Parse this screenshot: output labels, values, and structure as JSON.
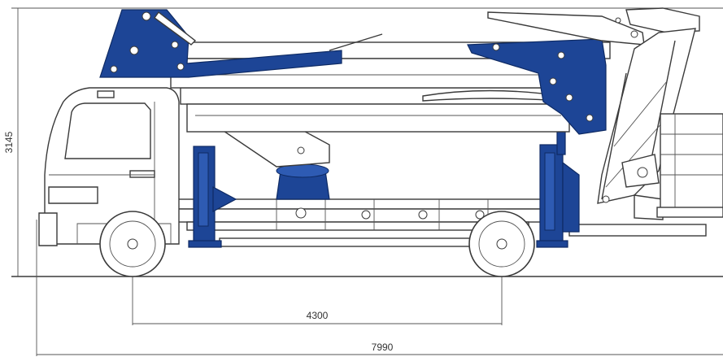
{
  "dimensions": {
    "height": "3145",
    "wheelbase": "4300",
    "overall_length": "7990"
  },
  "colors": {
    "boom_blue": "#1d4596",
    "line": "#3a3a3a"
  }
}
